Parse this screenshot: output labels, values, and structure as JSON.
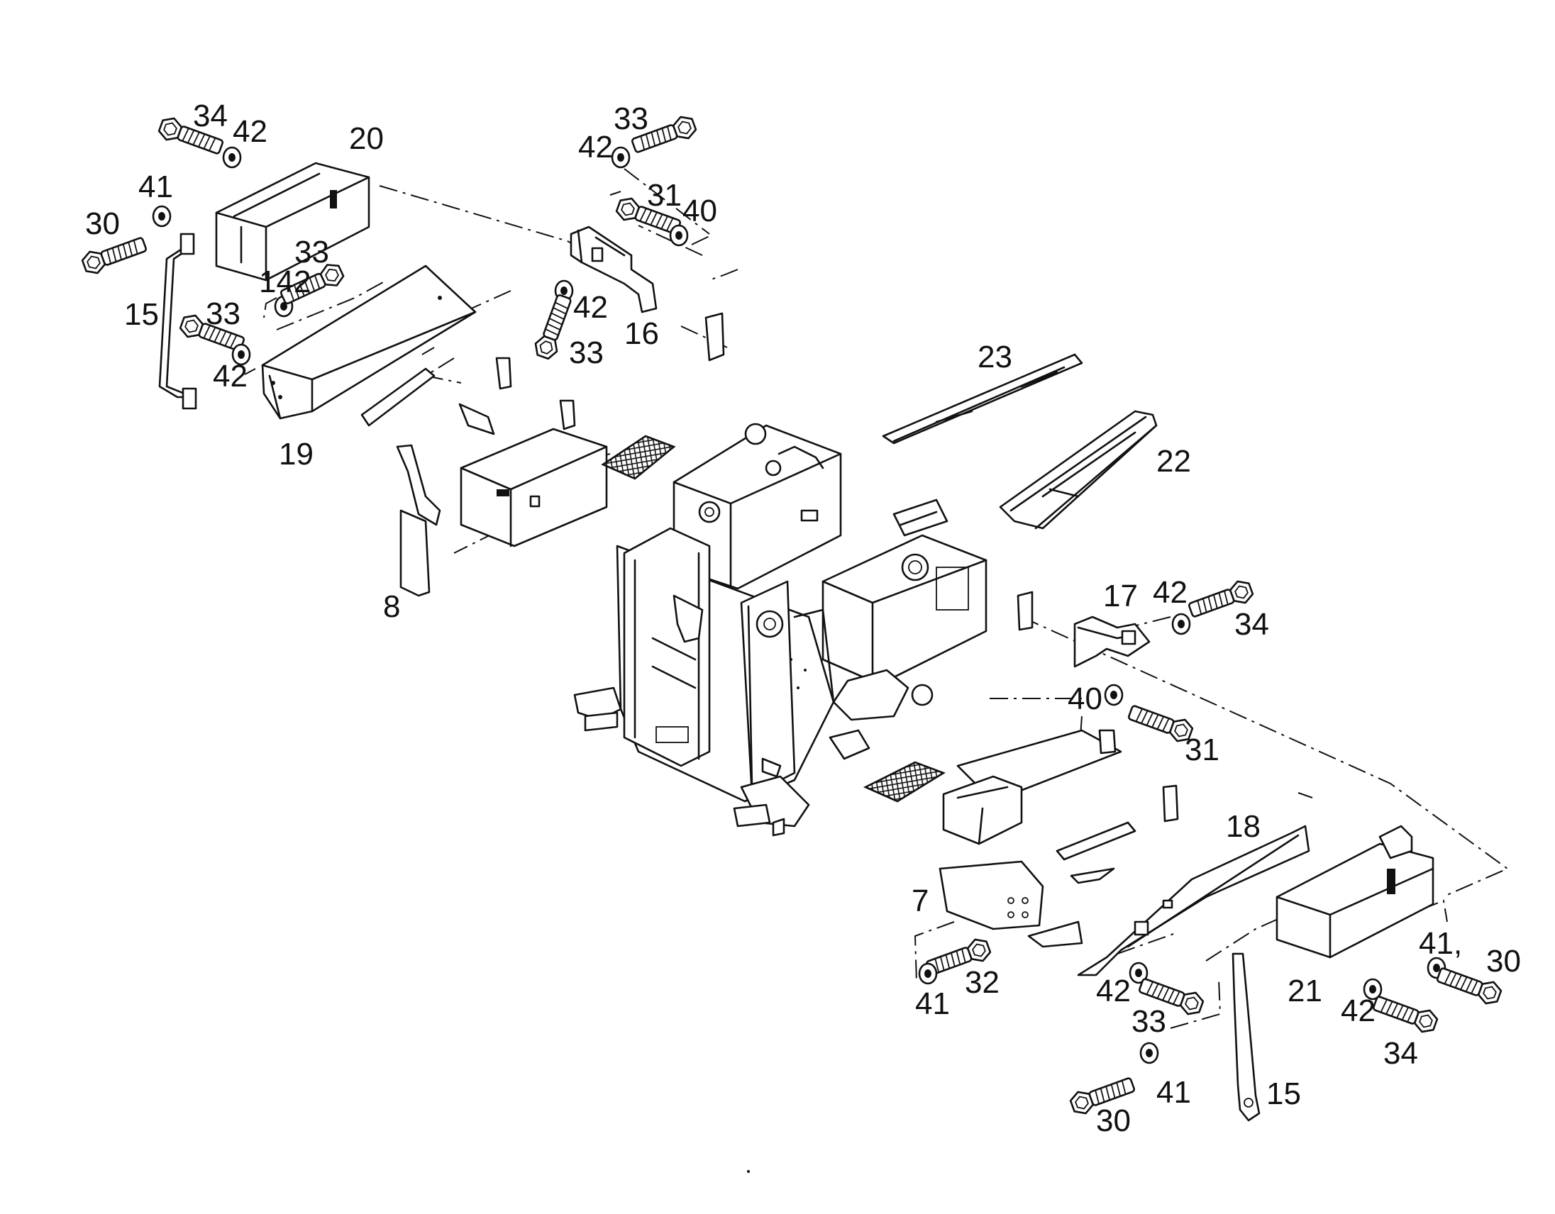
{
  "diagram": {
    "parts": [
      {
        "id": "p34a",
        "label": "34"
      },
      {
        "id": "p42a",
        "label": "42"
      },
      {
        "id": "p20",
        "label": "20"
      },
      {
        "id": "p41a",
        "label": "41"
      },
      {
        "id": "p30a",
        "label": "30"
      },
      {
        "id": "p33a",
        "label": "33"
      },
      {
        "id": "p142",
        "label": "142"
      },
      {
        "id": "p15a",
        "label": "15"
      },
      {
        "id": "p33b",
        "label": "33"
      },
      {
        "id": "p42b",
        "label": "42"
      },
      {
        "id": "p19",
        "label": "19"
      },
      {
        "id": "p33c",
        "label": "33"
      },
      {
        "id": "p42c",
        "label": "42"
      },
      {
        "id": "p31a",
        "label": "31"
      },
      {
        "id": "p40a",
        "label": "40"
      },
      {
        "id": "p42d",
        "label": "42"
      },
      {
        "id": "p16",
        "label": "16"
      },
      {
        "id": "p33d",
        "label": "33"
      },
      {
        "id": "p8",
        "label": "8"
      },
      {
        "id": "p23",
        "label": "23"
      },
      {
        "id": "p22",
        "label": "22"
      },
      {
        "id": "p17",
        "label": "17"
      },
      {
        "id": "p42e",
        "label": "42"
      },
      {
        "id": "p34b",
        "label": "34"
      },
      {
        "id": "p40b",
        "label": "40"
      },
      {
        "id": "p31b",
        "label": "31"
      },
      {
        "id": "p18",
        "label": "18"
      },
      {
        "id": "p7",
        "label": "7"
      },
      {
        "id": "p41b",
        "label": "41"
      },
      {
        "id": "p32",
        "label": "32"
      },
      {
        "id": "p42f",
        "label": "42"
      },
      {
        "id": "p33e",
        "label": "33"
      },
      {
        "id": "p21",
        "label": "21"
      },
      {
        "id": "p41c",
        "label": "41,"
      },
      {
        "id": "p30b",
        "label": "30"
      },
      {
        "id": "p42g",
        "label": "42"
      },
      {
        "id": "p34c",
        "label": "34"
      },
      {
        "id": "p30c",
        "label": "30"
      },
      {
        "id": "p41d",
        "label": "41"
      },
      {
        "id": "p15b",
        "label": "15"
      }
    ]
  }
}
